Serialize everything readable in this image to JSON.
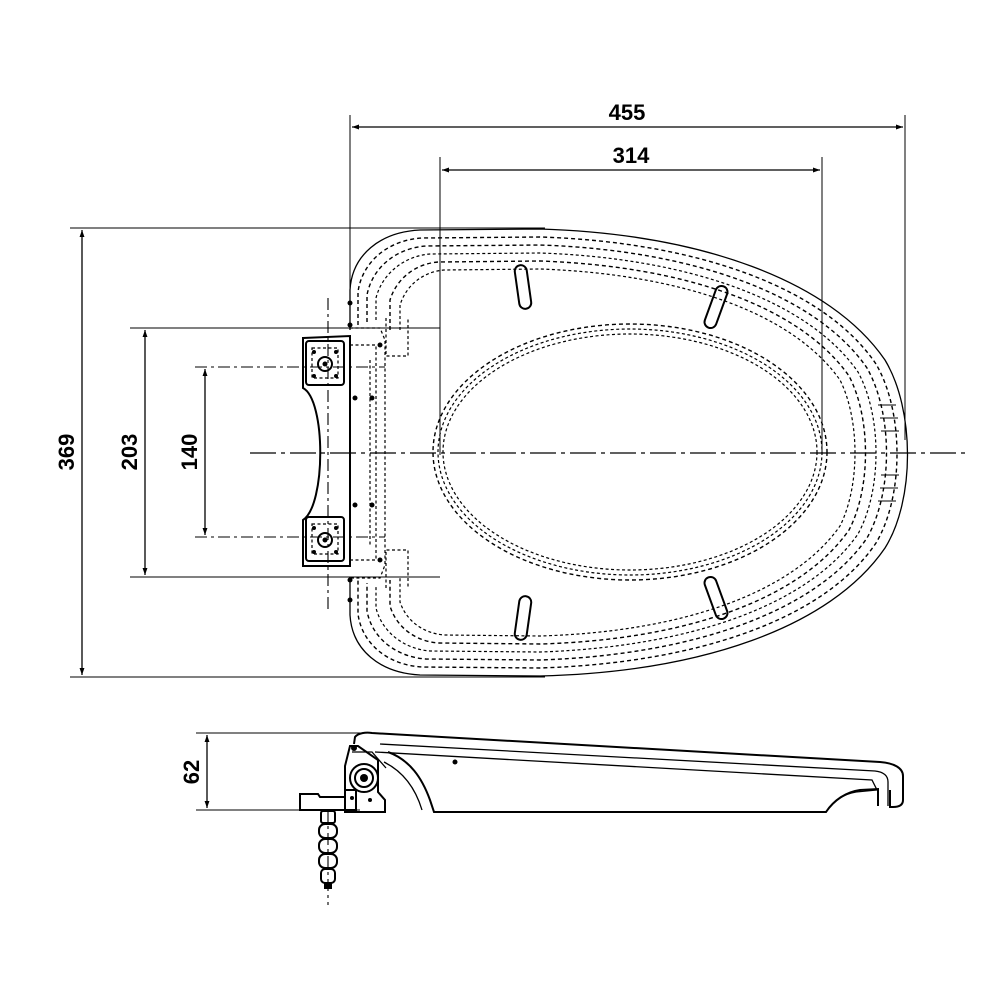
{
  "drawing": {
    "dimensions": {
      "overall_width": "455",
      "hole_width": "314",
      "overall_length": "369",
      "hinge_span": "203",
      "bolt_spacing": "140",
      "seat_height": "62"
    }
  }
}
